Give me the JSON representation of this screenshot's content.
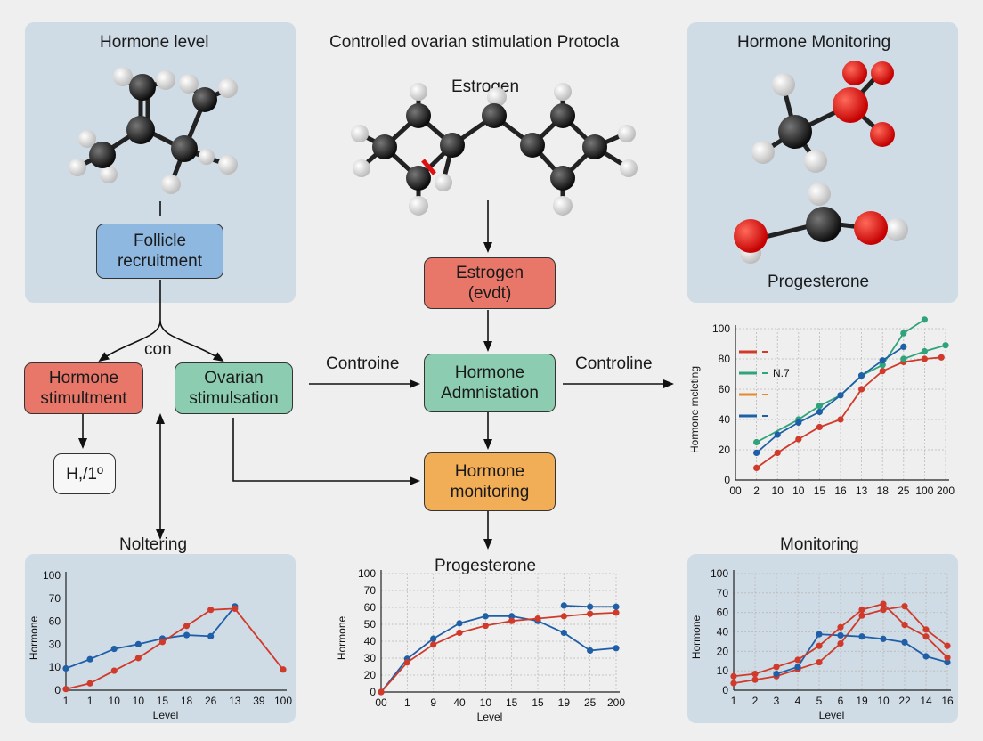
{
  "titles": {
    "left_top": "Hormone level",
    "center_top": "Controlled ovarian stimulation Protocla",
    "estrogen_molecule": "Estrogen",
    "right_top": "Hormone Monitoring",
    "progesterone_molecule": "Progesterone"
  },
  "nodes": {
    "follicle": [
      "Follicle",
      "recruitment"
    ],
    "hormone_stim": [
      "Hormone",
      "stimultment"
    ],
    "ovarian_stim": [
      "Ovarian",
      "stimulsation"
    ],
    "h_box": "H,/1º",
    "estrogen_box": [
      "Estrogen",
      "(evdt)"
    ],
    "hormone_admin": [
      "Hormone",
      "Admnistation"
    ],
    "hormone_monitoring": [
      "Hormone",
      "monitoring"
    ]
  },
  "labels": {
    "con": "con",
    "controine": "Controine",
    "controline": "Controline",
    "noltering": "Noltering",
    "progesterone_chart_title": "Progesterone",
    "monitoring_chart_title": "Monitoring"
  },
  "colors": {
    "blue_series": "#1f5fa8",
    "red_series": "#d03a2a",
    "green_series": "#2fa37a",
    "orange_series": "#e58a2b",
    "panel": "#cfdbe5"
  },
  "chart_data": [
    {
      "id": "right_chart",
      "type": "line",
      "ylabel": "Hormone rncleting",
      "ylim": [
        0,
        100
      ],
      "yticks": [
        "0",
        "20",
        "40",
        "60",
        "80",
        "100"
      ],
      "categories": [
        "00",
        "2",
        "10",
        "10",
        "15",
        "16",
        "13",
        "18",
        "25",
        "100",
        "200"
      ],
      "legend": [
        {
          "label": "",
          "color": "#d03a2a"
        },
        {
          "label": "N.7",
          "color": "#2fa37a"
        },
        {
          "label": "",
          "color": "#e58a2b"
        },
        {
          "label": "",
          "color": "#1f5fa8"
        }
      ],
      "series": [
        {
          "color": "#d03a2a",
          "points": [
            [
              1,
              8
            ],
            [
              2,
              18
            ],
            [
              3,
              27
            ],
            [
              4,
              35
            ],
            [
              5,
              40
            ],
            [
              6,
              60
            ],
            [
              7,
              72
            ],
            [
              8,
              78
            ],
            [
              9,
              80
            ],
            [
              9.8,
              81
            ]
          ]
        },
        {
          "color": "#2fa37a",
          "points": [
            [
              1,
              25
            ],
            [
              3,
              40
            ],
            [
              4,
              49
            ],
            [
              5,
              56
            ],
            [
              6,
              69
            ],
            [
              7,
              76
            ],
            [
              8,
              97
            ],
            [
              9,
              106
            ]
          ]
        },
        {
          "color": "#2fa37a",
          "points": [
            [
              8,
              80
            ],
            [
              9,
              85
            ],
            [
              10,
              89
            ]
          ]
        },
        {
          "color": "#1f5fa8",
          "points": [
            [
              1,
              18
            ],
            [
              2,
              30
            ],
            [
              3,
              38
            ],
            [
              4,
              45
            ],
            [
              5,
              56
            ],
            [
              6,
              69
            ],
            [
              7,
              79
            ],
            [
              8,
              88
            ]
          ]
        }
      ]
    },
    {
      "id": "bottom_left_chart",
      "type": "line",
      "ylabel": "Hormone",
      "xlabel": "Level",
      "ylim": [
        0,
        100
      ],
      "yticks": [
        "0",
        "10",
        "30",
        "60",
        "70",
        "100"
      ],
      "categories": [
        "1",
        "1",
        "10",
        "10",
        "15",
        "18",
        "26",
        "13",
        "39",
        "100"
      ],
      "series": [
        {
          "color": "#1f5fa8",
          "values": [
            19,
            27,
            36,
            40,
            45,
            48,
            47,
            73,
            null,
            null
          ]
        },
        {
          "color": "#d03a2a",
          "values": [
            1,
            6,
            17,
            28,
            42,
            56,
            70,
            71,
            null,
            18
          ]
        }
      ]
    },
    {
      "id": "bottom_center_chart",
      "type": "line",
      "ylabel": "Hormone",
      "xlabel": "Level",
      "ylim": [
        0,
        100
      ],
      "yticks": [
        "0",
        "20",
        "30",
        "40",
        "50",
        "60",
        "70",
        "100"
      ],
      "categories": [
        "00",
        "1",
        "9",
        "40",
        "10",
        "15",
        "15",
        "19",
        "25",
        "200"
      ],
      "series": [
        {
          "color": "#1f5fa8",
          "values": [
            0,
            28,
            45,
            58,
            64,
            64,
            60,
            50,
            35,
            37
          ]
        },
        {
          "color": "#d03a2a",
          "values": [
            0,
            25,
            40,
            50,
            56,
            60,
            62,
            64,
            66,
            67
          ]
        },
        {
          "color": "#1f5fa8",
          "values": [
            null,
            null,
            null,
            null,
            null,
            null,
            null,
            73,
            72,
            72
          ]
        }
      ]
    },
    {
      "id": "bottom_right_chart",
      "type": "line",
      "ylabel": "Hormone",
      "xlabel": "Level",
      "ylim": [
        0,
        100
      ],
      "yticks": [
        "0",
        "10",
        "20",
        "40",
        "60",
        "70",
        "100"
      ],
      "categories": [
        "1",
        "2",
        "3",
        "4",
        "5",
        "6",
        "19",
        "10",
        "22",
        "14",
        "16"
      ],
      "series": [
        {
          "color": "#d03a2a",
          "values": [
            6,
            9,
            12,
            18,
            24,
            40,
            64,
            69,
            72,
            52,
            38
          ]
        },
        {
          "color": "#1f5fa8",
          "values": [
            null,
            null,
            14,
            20,
            48,
            47,
            46,
            44,
            41,
            29,
            24
          ]
        },
        {
          "color": "#d03a2a",
          "values": [
            12,
            14,
            20,
            26,
            38,
            54,
            69,
            74,
            56,
            46,
            28
          ]
        }
      ]
    }
  ]
}
